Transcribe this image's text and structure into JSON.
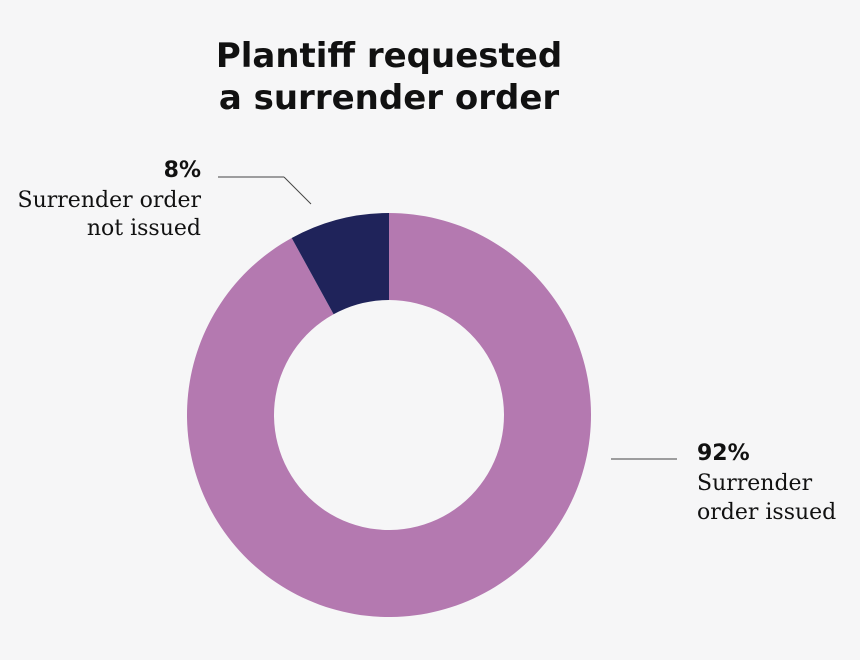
{
  "chart_data": {
    "type": "pie",
    "title": [
      "Plantiff requested",
      "a surrender order"
    ],
    "slices": [
      {
        "value": 92,
        "value_label": "92%",
        "label_lines": [
          "Surrender",
          "order issued"
        ],
        "color": "#b479b0"
      },
      {
        "value": 8,
        "value_label": "8%",
        "label_lines": [
          "Surrender order",
          "not issued"
        ],
        "color": "#1f235a"
      }
    ],
    "donut": true,
    "legend": "none"
  }
}
